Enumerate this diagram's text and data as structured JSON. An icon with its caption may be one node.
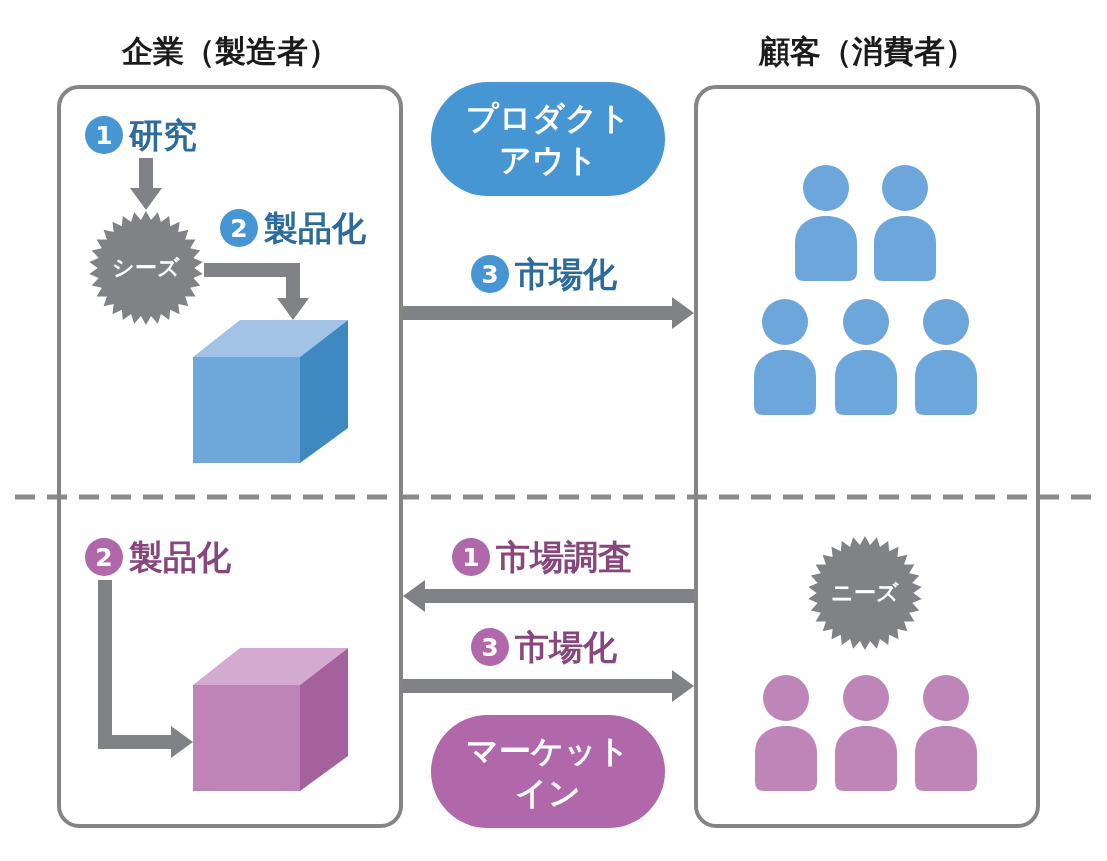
{
  "diagram": {
    "nodes": [
      {
        "text": [
          "企業（製造者）"
        ]
      },
      {
        "text": [
          "顧客（消費者）"
        ]
      },
      {
        "text": [
          "1",
          "研究"
        ],
        "in": 0
      },
      {
        "text": [
          "プロダクトアウト"
        ]
      },
      {
        "text": [
          "シーズ"
        ],
        "in": 0
      },
      {
        "text": [
          "2",
          "製品化"
        ],
        "in": 0
      },
      {
        "text": [
          "3",
          "市場化"
        ]
      },
      {
        "text": [],
        "shape": "cube",
        "in": 0
      },
      {
        "text": [
          "2",
          "製品化"
        ],
        "in": 0
      },
      {
        "text": [
          "1",
          "市場調査"
        ]
      },
      {
        "text": [
          "ニーズ"
        ],
        "in": 1
      },
      {
        "text": [
          "3",
          "市場化"
        ]
      },
      {
        "text": [],
        "shape": "cube",
        "in": 0
      },
      {
        "text": [
          "マーケットイン"
        ]
      }
    ],
    "edges": [
      {
        "from": 2,
        "to": 4,
        "arrow": "to"
      },
      {
        "from": 4,
        "to": 7,
        "arrow": "to"
      },
      {
        "from": 0,
        "to": 1,
        "arrow": "to"
      },
      {
        "from": 1,
        "to": 0,
        "arrow": "to"
      },
      {
        "from": 0,
        "to": 1,
        "arrow": "to"
      },
      {
        "from": 8,
        "to": 12,
        "arrow": "to"
      }
    ]
  }
}
